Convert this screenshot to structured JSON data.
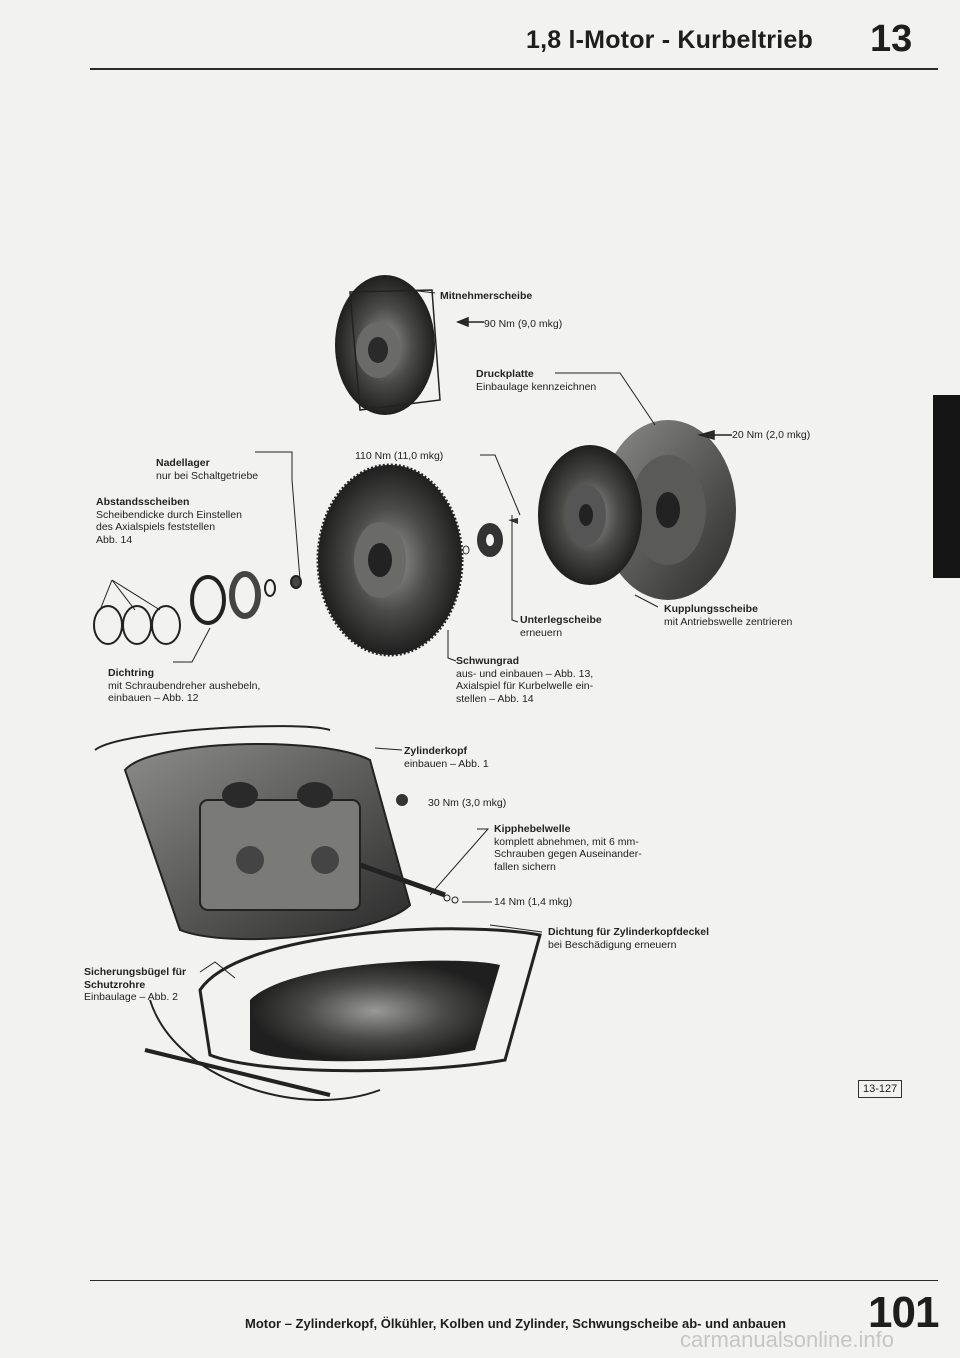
{
  "header": {
    "title": "1,8 l-Motor - Kurbeltrieb",
    "section_number": "13"
  },
  "labels": {
    "mitnehmerscheibe": {
      "title": "Mitnehmerscheibe"
    },
    "torque_90": {
      "text": "90 Nm (9,0 mkg)"
    },
    "druckplatte": {
      "title": "Druckplatte",
      "line1": "Einbaulage kennzeichnen"
    },
    "torque_20": {
      "text": "20 Nm (2,0 mkg)"
    },
    "torque_110": {
      "text": "110 Nm (11,0 mkg)"
    },
    "nadellager": {
      "title": "Nadellager",
      "line1": "nur bei Schaltgetriebe"
    },
    "abstandsscheiben": {
      "title": "Abstandsscheiben",
      "line1": "Scheibendicke durch Einstellen",
      "line2": "des Axialspiels feststellen",
      "line3": "Abb. 14"
    },
    "unterlegscheibe": {
      "title": "Unterlegscheibe",
      "line1": "erneuern"
    },
    "kupplungsscheibe": {
      "title": "Kupplungsscheibe",
      "line1": "mit Antriebswelle zentrieren"
    },
    "dichtring": {
      "title": "Dichtring",
      "line1": "mit Schraubendreher aushebeln,",
      "line2": "einbauen – Abb. 12"
    },
    "schwungrad": {
      "title": "Schwungrad",
      "line1": "aus- und einbauen – Abb. 13,",
      "line2": "Axialspiel für Kurbelwelle ein-",
      "line3": "stellen – Abb. 14"
    },
    "zylinderkopf": {
      "title": "Zylinderkopf",
      "line1": "einbauen – Abb. 1"
    },
    "torque_30": {
      "text": "30 Nm (3,0 mkg)"
    },
    "kipphebelwelle": {
      "title": "Kipphebelwelle",
      "line1": "komplett abnehmen, mit 6 mm-",
      "line2": "Schrauben gegen Auseinander-",
      "line3": "fallen sichern"
    },
    "torque_14": {
      "text": "14 Nm (1,4 mkg)"
    },
    "dichtung": {
      "title": "Dichtung für Zylinderkopfdeckel",
      "line1": "bei Beschädigung erneuern"
    },
    "sicherungsbuegel": {
      "title1": "Sicherungsbügel für",
      "title2": "Schutzrohre",
      "line1": "Einbaulage – Abb. 2"
    }
  },
  "figure_code": "13-127",
  "footer": {
    "text": "Motor – Zylinderkopf, Ölkühler, Kolben und Zylinder, Schwungscheibe ab- und anbauen",
    "page_number": "101"
  },
  "watermark": "carmanualsonline.info"
}
